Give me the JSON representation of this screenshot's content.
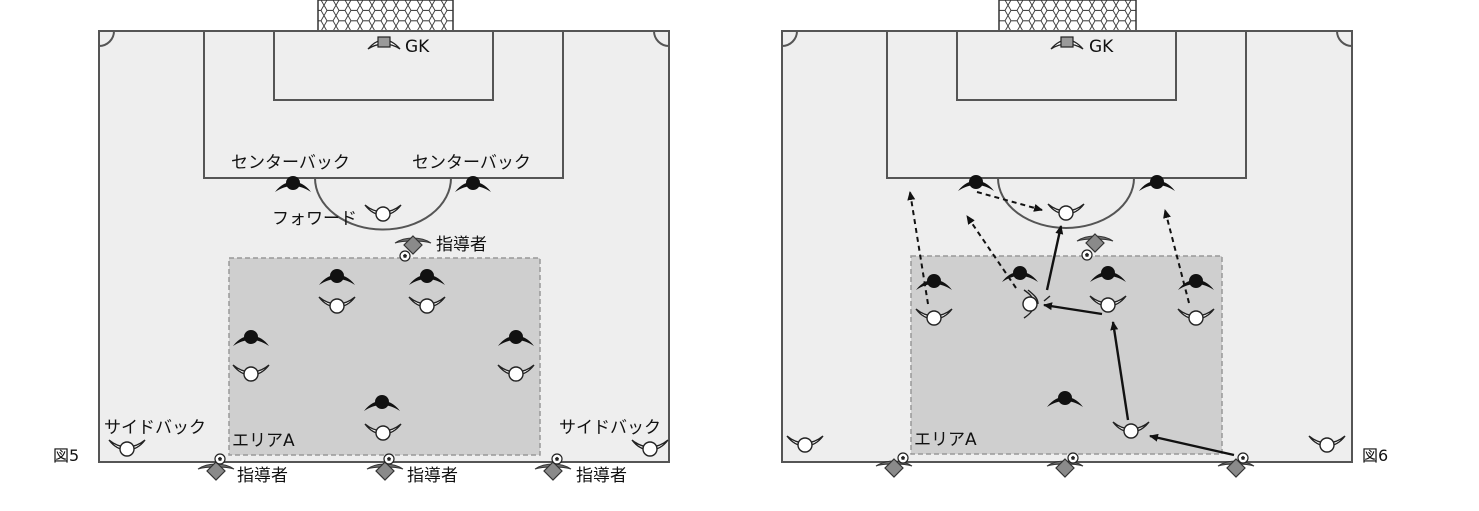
{
  "figure5": {
    "caption": "図5",
    "labels": {
      "gk": "GK",
      "center_back_left": "センターバック",
      "center_back_right": "センターバック",
      "forward": "フォワード",
      "coach_top": "指導者",
      "side_back_left": "サイドバック",
      "side_back_right": "サイドバック",
      "area": "エリアA",
      "coach_bottom_left": "指導者",
      "coach_bottom_center": "指導者",
      "coach_bottom_right": "指導者"
    }
  },
  "figure6": {
    "caption": "図6",
    "labels": {
      "gk": "GK",
      "area": "エリアA"
    }
  },
  "colors": {
    "pitch": "#eeeeee",
    "area": "#cfcfcf",
    "line": "#444444",
    "defender": "#111111",
    "attacker": "#ffffff",
    "coach": "#6e6e6e",
    "goalkeeper": "#9a9a9a"
  }
}
